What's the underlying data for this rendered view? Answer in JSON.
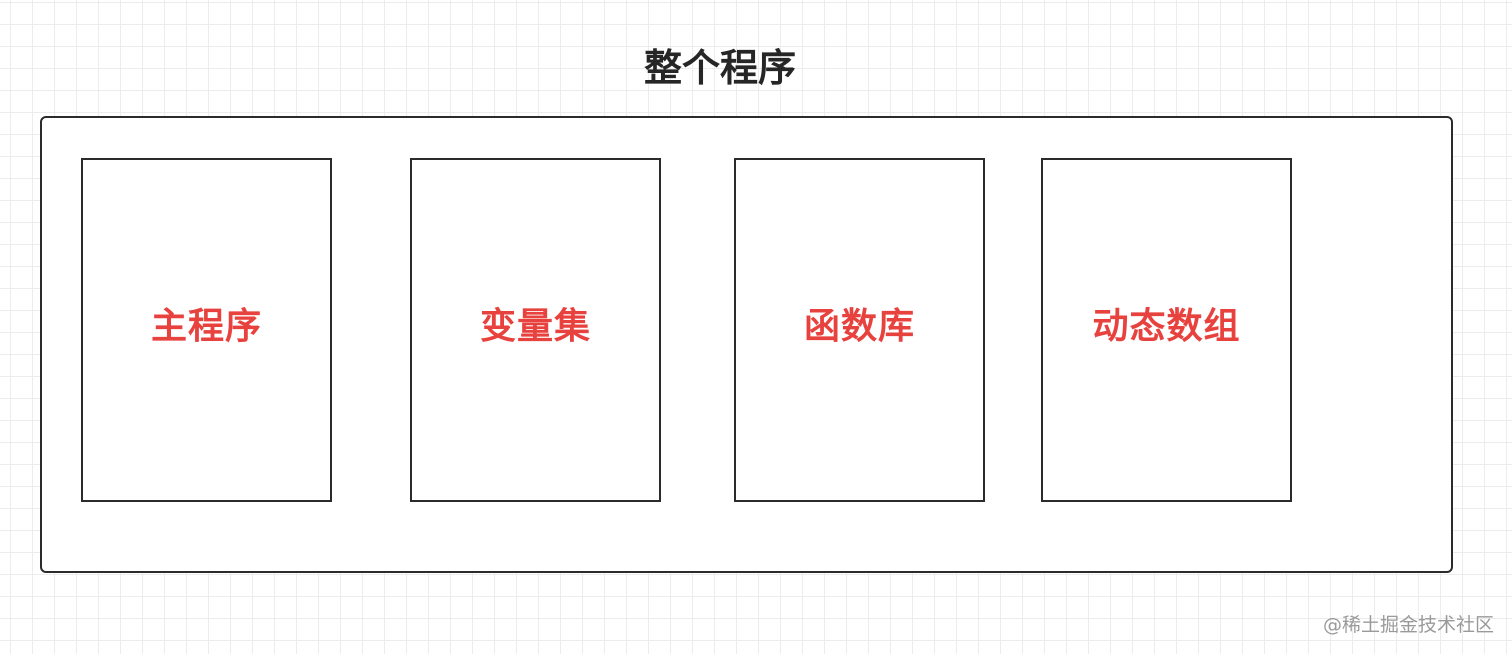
{
  "title": "整个程序",
  "modules": [
    {
      "label": "主程序"
    },
    {
      "label": "变量集"
    },
    {
      "label": "函数库"
    },
    {
      "label": "动态数组"
    }
  ],
  "watermark": "@稀土掘金技术社区",
  "colors": {
    "label_red": "#e8423f",
    "border": "#2b2b2b",
    "title": "#262626",
    "grid": "#ececec"
  }
}
